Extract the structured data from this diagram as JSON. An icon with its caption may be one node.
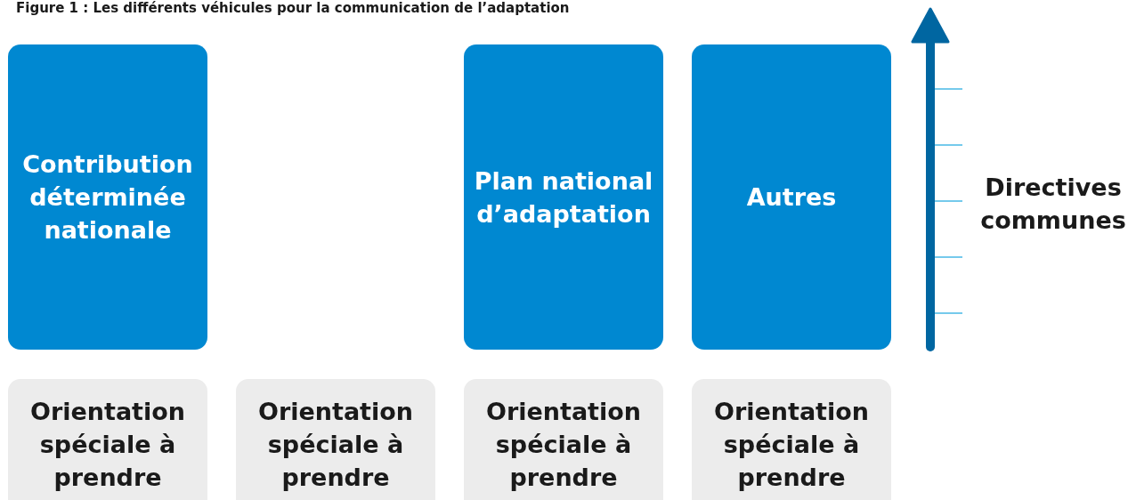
{
  "diagram": {
    "title": "Figure 1 : Les différents véhicules pour la communication de l’adaptation",
    "nodes": [
      {
        "text": [
          "Contribution déterminée nationale"
        ]
      },
      {
        "text": [
          "Plan national d’adaptation"
        ]
      },
      {
        "text": [
          "Autres"
        ]
      },
      {
        "text": [
          "Orientation spéciale à prendre"
        ]
      },
      {
        "text": [
          "Orientation spéciale à prendre"
        ]
      },
      {
        "text": [
          "Orientation spéciale à prendre"
        ]
      },
      {
        "text": [
          "Orientation spéciale à prendre"
        ]
      }
    ],
    "labels": [
      "Directives communes"
    ]
  }
}
